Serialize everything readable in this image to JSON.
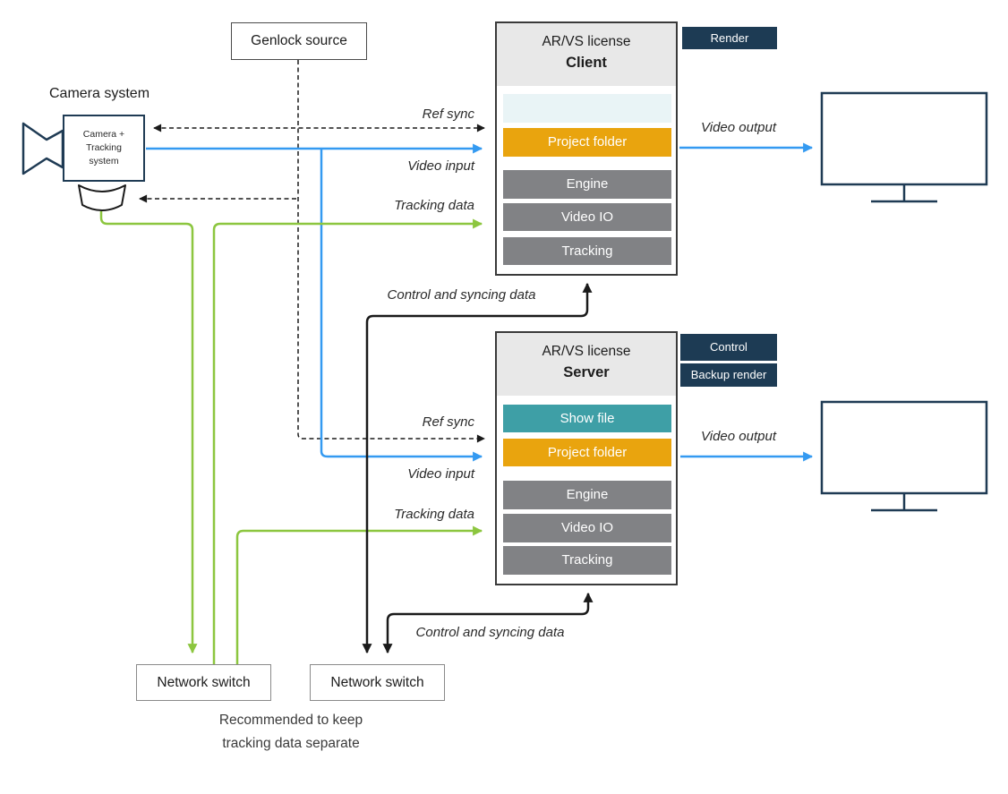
{
  "colors": {
    "accent_blue": "#349af1",
    "accent_green": "#8cc63f",
    "navy": "#1d3b54",
    "teal": "#3e9fa6",
    "orange": "#e9a40e",
    "row_gray": "#818285",
    "header_gray": "#e8e8e8",
    "light_blue_row": "#e9f4f6"
  },
  "camera": {
    "system_label": "Camera system",
    "box_lines": [
      "Camera +",
      "Tracking",
      "system"
    ]
  },
  "genlock": {
    "label": "Genlock source"
  },
  "client": {
    "title": "AR/VS license",
    "name": "Client",
    "badges": [
      {
        "label": "Render"
      }
    ],
    "rows": [
      {
        "label": ""
      },
      {
        "label": "Project folder"
      },
      {
        "label": "Engine"
      },
      {
        "label": "Video IO"
      },
      {
        "label": "Tracking"
      }
    ]
  },
  "server": {
    "title": "AR/VS license",
    "name": "Server",
    "badges": [
      {
        "label": "Control"
      },
      {
        "label": "Backup render"
      }
    ],
    "rows": [
      {
        "label": "Show file"
      },
      {
        "label": "Project folder"
      },
      {
        "label": "Engine"
      },
      {
        "label": "Video IO"
      },
      {
        "label": "Tracking"
      }
    ]
  },
  "edge_labels": {
    "ref_sync_client": "Ref sync",
    "video_input_client": "Video input",
    "tracking_data_client": "Tracking data",
    "control_client": "Control and syncing data",
    "video_output_client": "Video output",
    "ref_sync_server": "Ref sync",
    "video_input_server": "Video input",
    "tracking_data_server": "Tracking data",
    "control_server": "Control and syncing data",
    "video_output_server": "Video output"
  },
  "switches": [
    {
      "label": "Network switch"
    },
    {
      "label": "Network switch"
    }
  ],
  "note": {
    "line1": "Recommended to keep",
    "line2": "tracking data separate"
  }
}
